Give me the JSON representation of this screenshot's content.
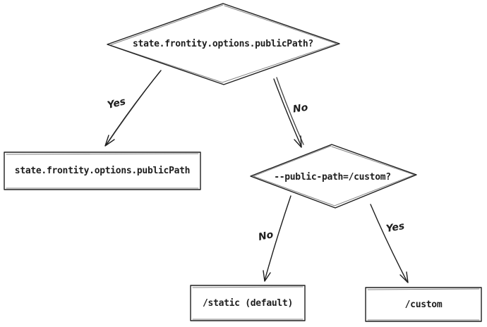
{
  "diagram": {
    "title": "publicPath resolution flowchart",
    "background": "#ffffff",
    "ink_color": "#1e1e1e",
    "nodes": [
      {
        "id": "decision-state-publicpath",
        "shape": "diamond",
        "label": "state.frontity.options.publicPath?"
      },
      {
        "id": "result-state-publicpath",
        "shape": "rectangle",
        "label": "state.frontity.options.publicPath"
      },
      {
        "id": "decision-cli-flag",
        "shape": "diamond",
        "label": "--public-path=/custom?"
      },
      {
        "id": "result-static-default",
        "shape": "rectangle",
        "label": "/static (default)"
      },
      {
        "id": "result-custom",
        "shape": "rectangle",
        "label": "/custom"
      }
    ],
    "edges": [
      {
        "id": "edge-yes-to-state",
        "from": "decision-state-publicpath",
        "to": "result-state-publicpath",
        "label": "Yes"
      },
      {
        "id": "edge-no-to-flag",
        "from": "decision-state-publicpath",
        "to": "decision-cli-flag",
        "label": "No"
      },
      {
        "id": "edge-no-to-static",
        "from": "decision-cli-flag",
        "to": "result-static-default",
        "label": "No"
      },
      {
        "id": "edge-yes-to-custom",
        "from": "decision-cli-flag",
        "to": "result-custom",
        "label": "Yes"
      }
    ]
  }
}
